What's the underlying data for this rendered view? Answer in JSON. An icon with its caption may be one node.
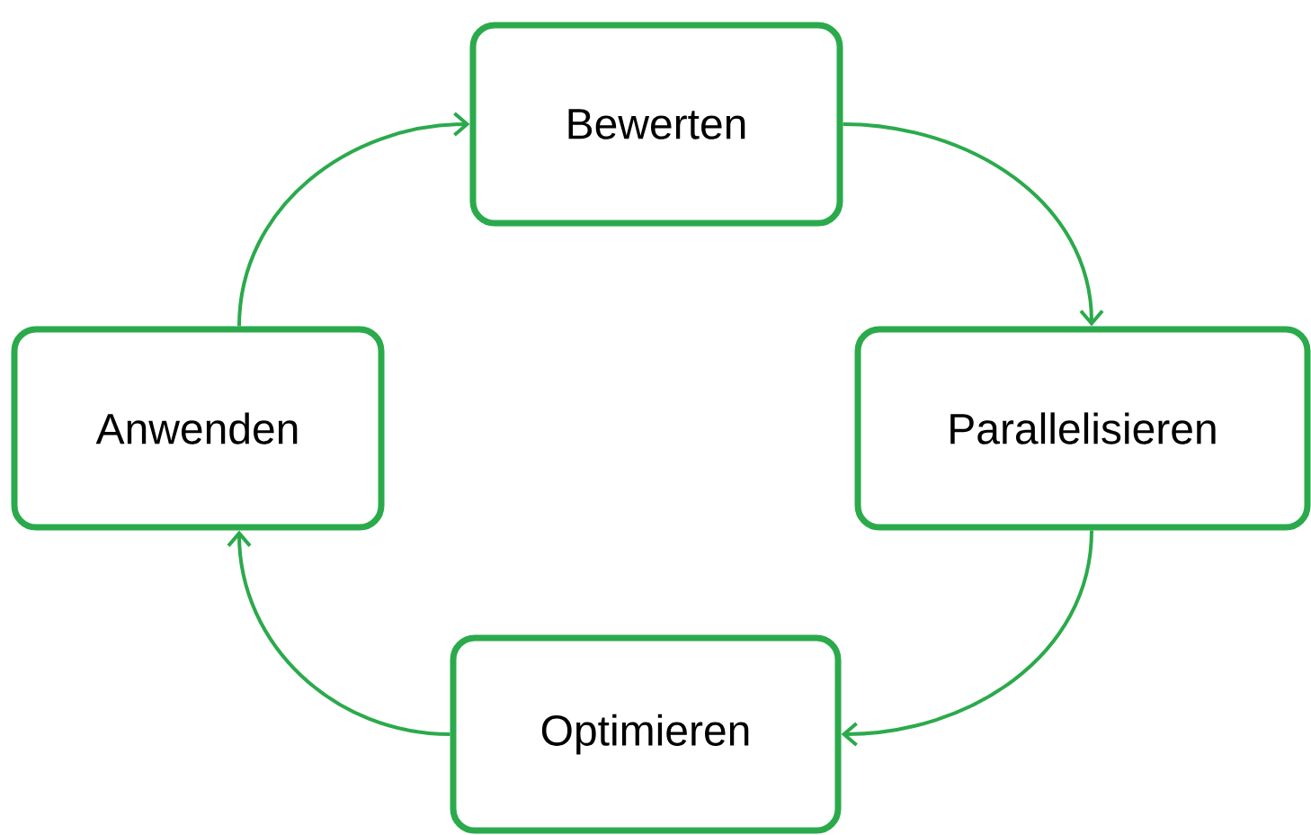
{
  "diagram": {
    "nodes": [
      {
        "text": [
          "Bewerten"
        ]
      },
      {
        "text": [
          "Parallelisieren"
        ]
      },
      {
        "text": [
          "Optimieren"
        ]
      },
      {
        "text": [
          "Anwenden"
        ]
      }
    ],
    "edges": [
      {
        "from": 3,
        "to": 0,
        "arrow": "to"
      },
      {
        "from": 0,
        "to": 1,
        "arrow": "to"
      },
      {
        "from": 1,
        "to": 2,
        "arrow": "to"
      },
      {
        "from": 2,
        "to": 3,
        "arrow": "to"
      }
    ]
  }
}
